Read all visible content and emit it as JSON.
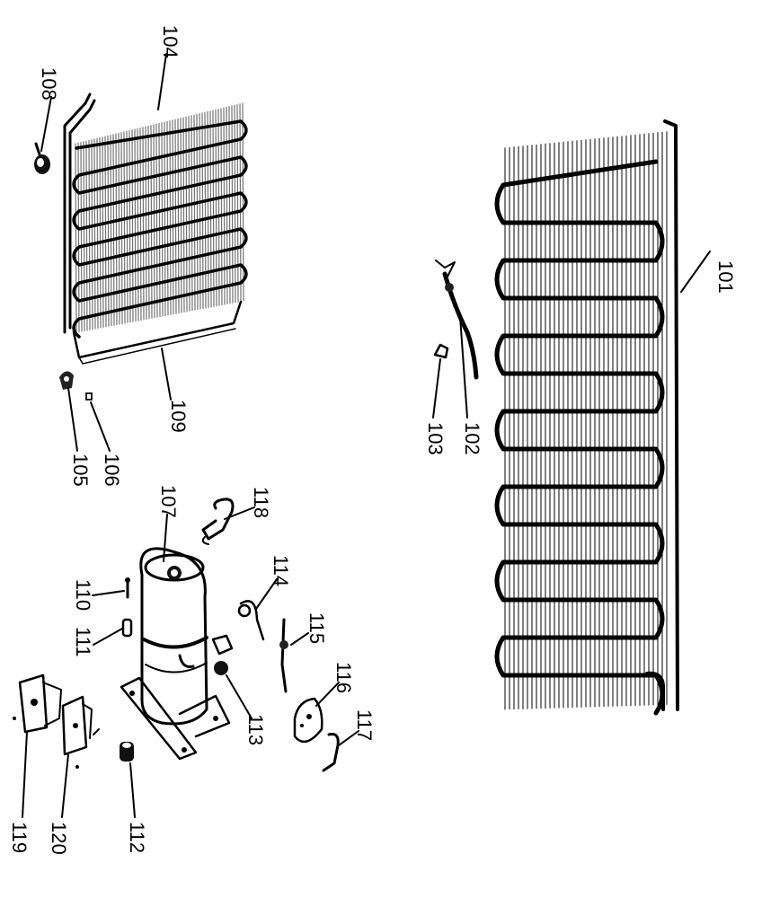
{
  "parts": {
    "p101": "101",
    "p102": "102",
    "p103": "103",
    "p104": "104",
    "p105": "105",
    "p106": "106",
    "p107": "107",
    "p108": "108",
    "p109": "109",
    "p110": "110",
    "p111": "111",
    "p112": "112",
    "p113": "113",
    "p114": "114",
    "p115": "115",
    "p116": "116",
    "p117": "117",
    "p118": "118",
    "p119": "119",
    "p120": "120"
  }
}
